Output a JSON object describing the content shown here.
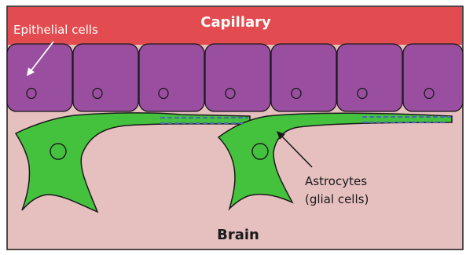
{
  "labels": {
    "capillary": "Capillary",
    "epithelial_cells": "Epithelial cells",
    "astrocytes_line1": "Astrocytes",
    "astrocytes_line2": "(glial cells)",
    "brain": "Brain"
  },
  "colors": {
    "capillary": "#e24b4f",
    "brain": "#e6bfbf",
    "epithelial": "#9a4ea0",
    "astrocyte": "#44c23e",
    "endfoot_dots": "#4a6bb0",
    "outline": "#1a1a1a"
  }
}
